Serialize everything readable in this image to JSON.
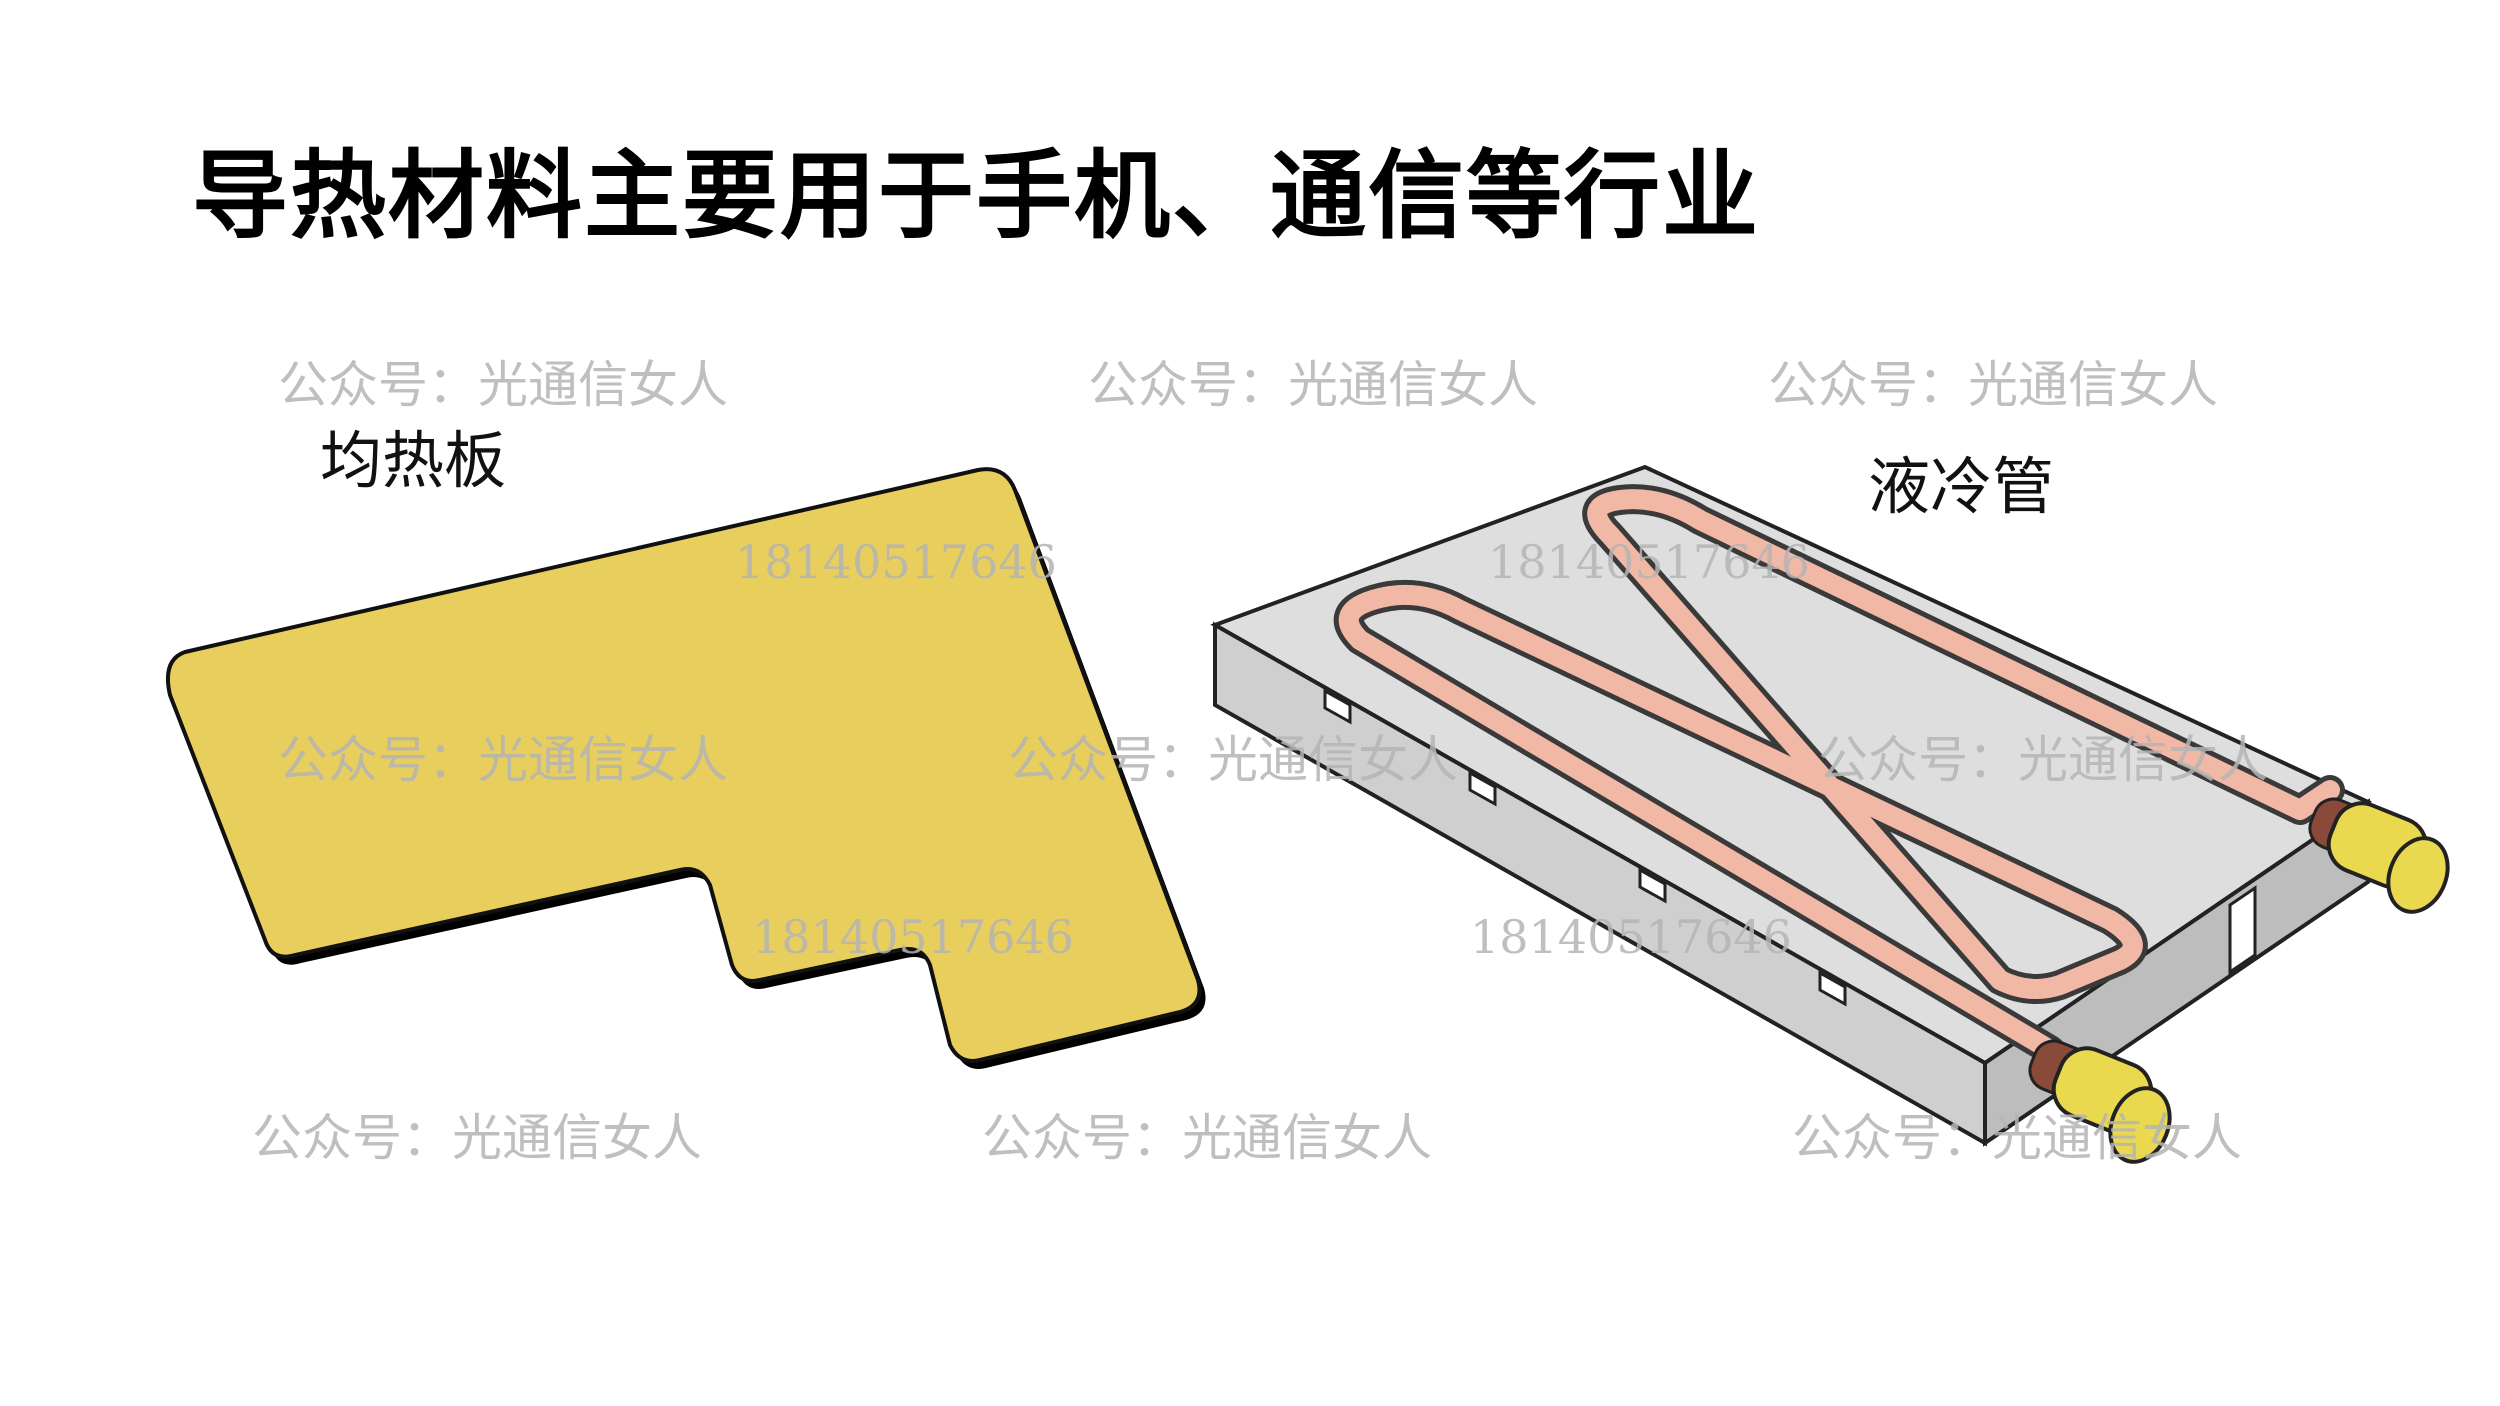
{
  "slide": {
    "title": "导热材料主要用于手机、通信等行业",
    "vapor_chamber_label": "均热板",
    "liquid_cooling_label": "液冷管"
  },
  "watermarks": {
    "account": "公众号：光通信女人",
    "phone": "18140517646"
  },
  "colors": {
    "vapor_chamber_fill": "#e8ce5d",
    "cold_plate_fill": "#d7d7d7",
    "pipe_color": "#f2b8a6",
    "connector_fill": "#ead94f"
  }
}
